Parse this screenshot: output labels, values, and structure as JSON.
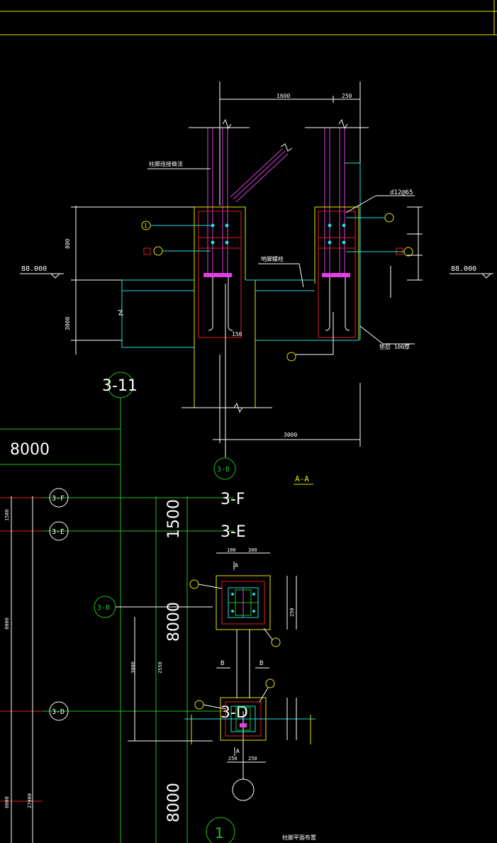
{
  "title_section": "A-A",
  "elevation_left": "88.000",
  "elevation_right": "88.000",
  "grid_3_11": "3-11",
  "dim_8000_top": "8000",
  "dim_1500": "1500",
  "dim_8000_mid": "8000",
  "dim_8000_bottom": "8000",
  "axis_3F": "3-F",
  "axis_3E": "3-E",
  "axis_3D": "3-D",
  "bubble_3F": "3-F",
  "bubble_3E": "3-E",
  "bubble_3B_top": "3-B",
  "bubble_3B_mid": "3-B",
  "bubble_3D": "3-D",
  "bubble_1": "1",
  "rebar_label": "d12@65",
  "dim_1600": "1600",
  "dim_250": "250",
  "dim_150": "150",
  "dim_3000": "3000",
  "sec_b": "B",
  "sec_a": "A"
}
